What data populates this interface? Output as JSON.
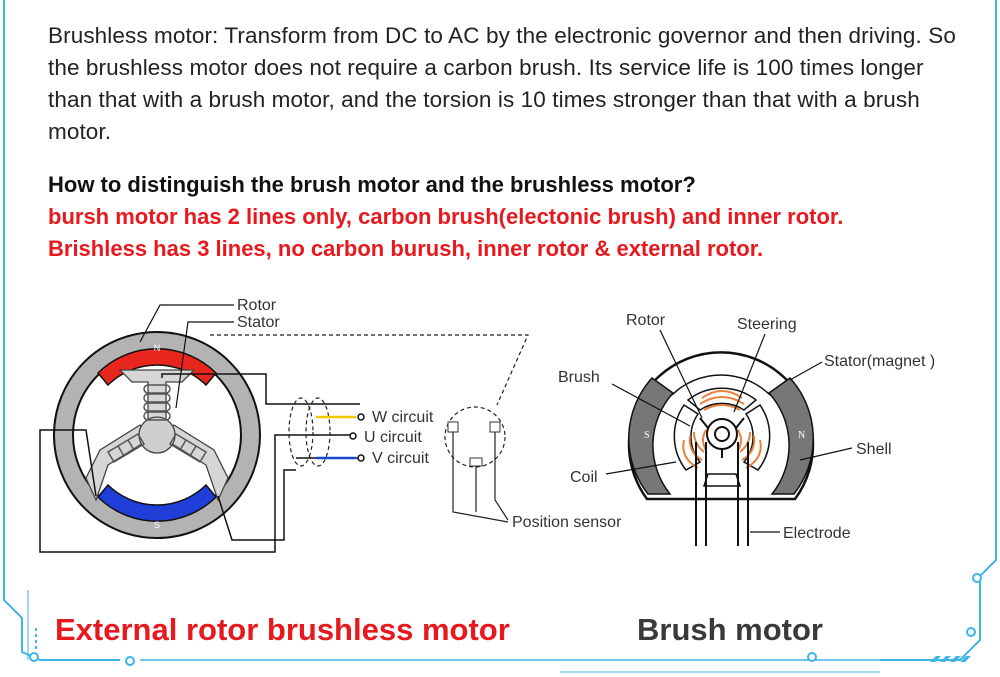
{
  "description": "Brushless motor: Transform from DC to AC by the electronic governor and then driving. So the brushless motor does not require a carbon brush. Its service life is 100 times longer than that with a brush motor, and the torsion is 10 times stronger than that with a brush motor.",
  "question": "How to distinguish the brush motor and the brushless motor?",
  "red_lines": [
    "bursh motor has 2 lines only, carbon brush(electonic brush) and inner rotor.",
    "Brishless has 3 lines, no carbon burush, inner rotor & external rotor."
  ],
  "left_diagram": {
    "labels": {
      "rotor": "Rotor",
      "stator": "Stator",
      "w_circuit": "W circuit",
      "u_circuit": "U circuit",
      "v_circuit": "V circuit",
      "position_sensor": "Position sensor",
      "magnet_n": "N",
      "magnet_s": "S"
    },
    "caption": "External rotor brushless motor"
  },
  "right_diagram": {
    "labels": {
      "rotor": "Rotor",
      "steering": "Steering",
      "stator": "Stator(magnet )",
      "brush": "Brush",
      "shell": "Shell",
      "coil": "Coil",
      "electrode": "Electrode",
      "pole_s": "S",
      "pole_n": "N"
    },
    "caption": "Brush motor"
  },
  "colors": {
    "frame": "#3fb4e6",
    "accent_red": "#e8191e",
    "magnet_red": "#e8261e",
    "magnet_blue": "#1f3fd8",
    "coil_orange": "#e8823a",
    "stator_gray": "#8a8a8a",
    "wire_yellow": "#f0c800",
    "wire_blue": "#1a4ad0"
  }
}
